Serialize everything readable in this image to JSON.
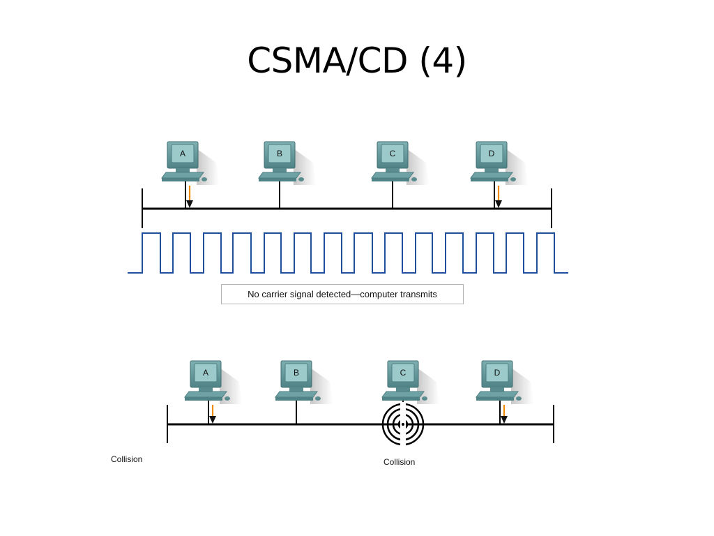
{
  "slide": {
    "title": "CSMA/CD (4)"
  },
  "colors": {
    "signal": "#1e4e9c",
    "arrow": "#f08a00",
    "bus": "#000000",
    "computer_body": "#5f9497",
    "computer_screen": "#9ccacb"
  },
  "top_panel": {
    "computers": [
      {
        "label": "A",
        "transmitting": true
      },
      {
        "label": "B",
        "transmitting": false
      },
      {
        "label": "C",
        "transmitting": false
      },
      {
        "label": "D",
        "transmitting": true
      }
    ],
    "caption": "No carrier signal detected—computer transmits"
  },
  "bottom_panel": {
    "computers": [
      {
        "label": "A",
        "transmitting": true
      },
      {
        "label": "B",
        "transmitting": false
      },
      {
        "label": "C",
        "transmitting": false
      },
      {
        "label": "D",
        "transmitting": true
      }
    ],
    "collision_labels": [
      "Collision",
      "Collision"
    ],
    "collision_icon": "collision-rings-icon"
  }
}
